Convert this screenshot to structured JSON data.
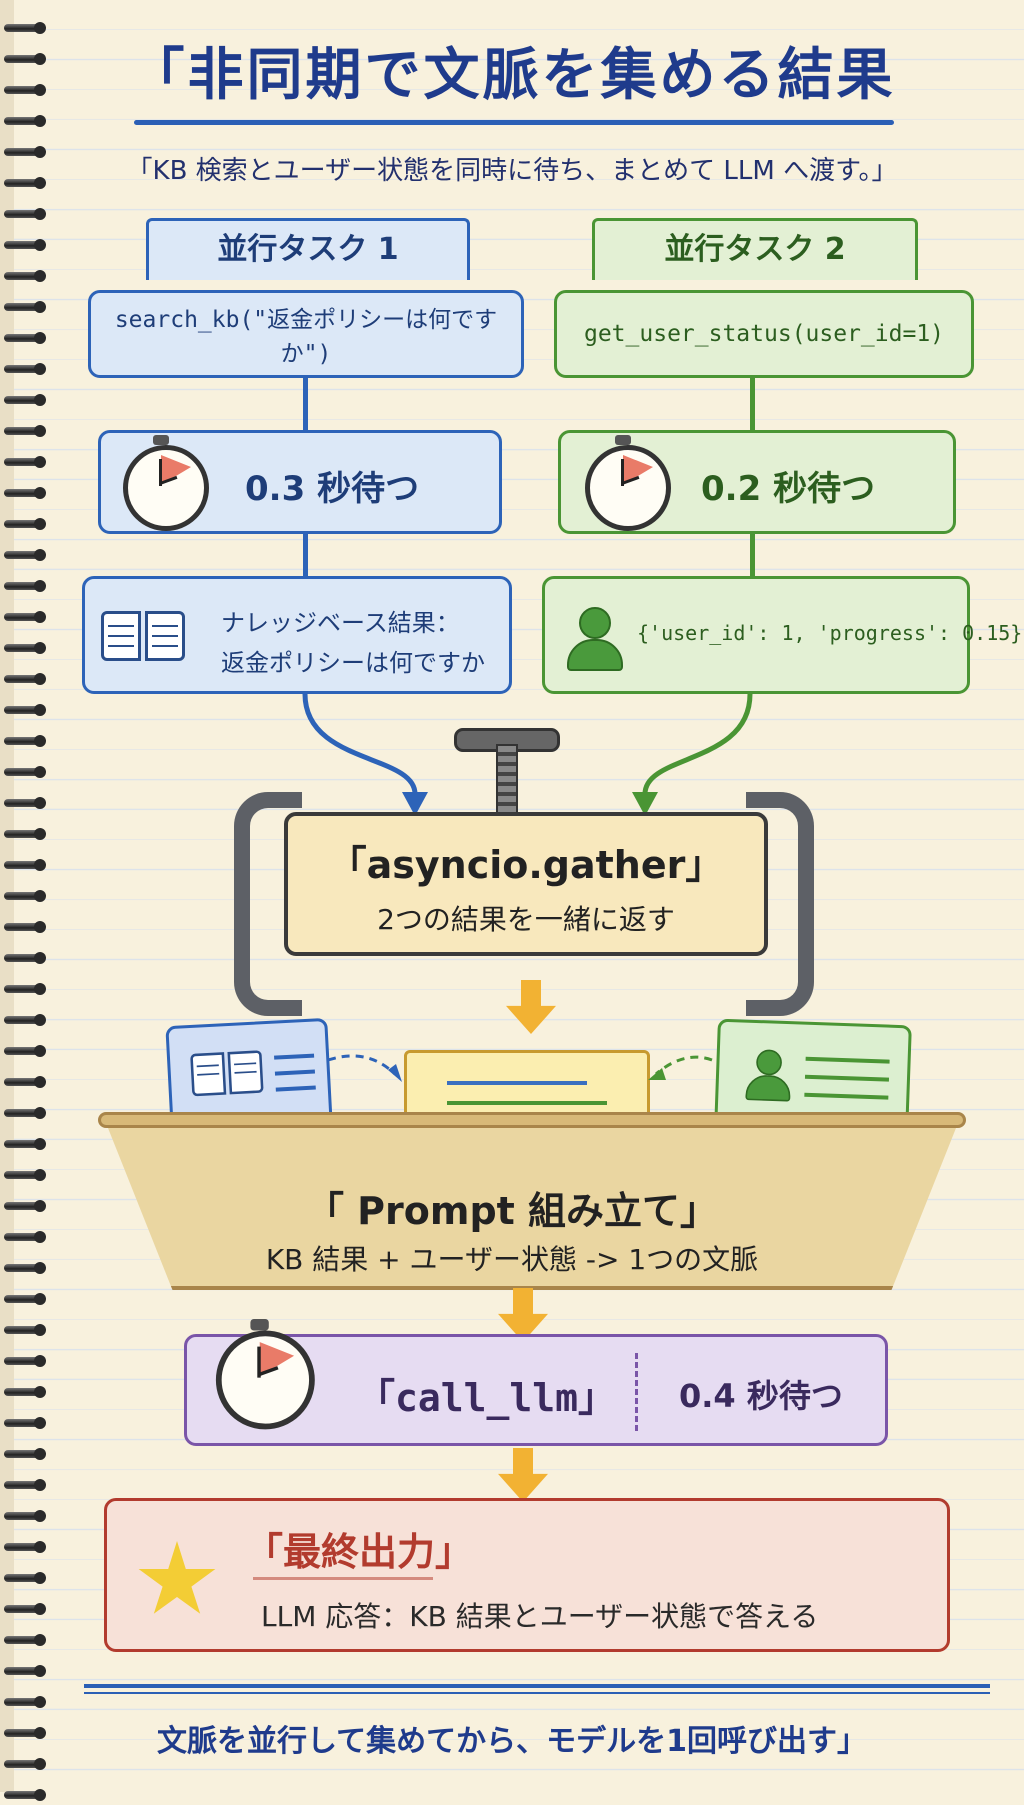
{
  "header": {
    "title": "「非同期で文脈を集める結果",
    "subtitle": "「KB 検索とユーザー状態を同時に待ち、まとめて LLM へ渡す。」"
  },
  "task1": {
    "label": "並行タスク 1",
    "call": "search_kb(\"返金ポリシーは何ですか\")",
    "wait": "0.3 秒待つ",
    "result_line1": "ナレッジベース結果：",
    "result_line2": "返金ポリシーは何ですか",
    "icon_timer": "stopwatch-icon",
    "icon_result": "book-icon",
    "color": "#2d63b8"
  },
  "task2": {
    "label": "並行タスク 2",
    "call": "get_user_status(user_id=1)",
    "wait": "0.2 秒待つ",
    "result": "{'user_id': 1, 'progress': 0.15}",
    "icon_timer": "stopwatch-icon",
    "icon_result": "user-icon",
    "color": "#4a9534"
  },
  "gather": {
    "title": "「asyncio.gather」",
    "desc": "2つの結果を一緒に返す",
    "icon": "clamp-icon"
  },
  "prompt": {
    "title": "「 Prompt 組み立て」",
    "desc": "KB 結果 + ユーザー状態 -> 1つの文脈",
    "icon": "tray-icon"
  },
  "llm": {
    "title": "「call_llm」",
    "wait": "0.4 秒待つ",
    "icon": "stopwatch-icon",
    "color": "#7a55a8"
  },
  "final": {
    "title": "「最終出力」",
    "desc": "LLM 応答：KB 結果とユーザー状態で答える",
    "icon": "star-icon",
    "color": "#b23b2e"
  },
  "footer": {
    "text": "文脈を並行して集めてから、モデルを1回呼び出す」"
  }
}
